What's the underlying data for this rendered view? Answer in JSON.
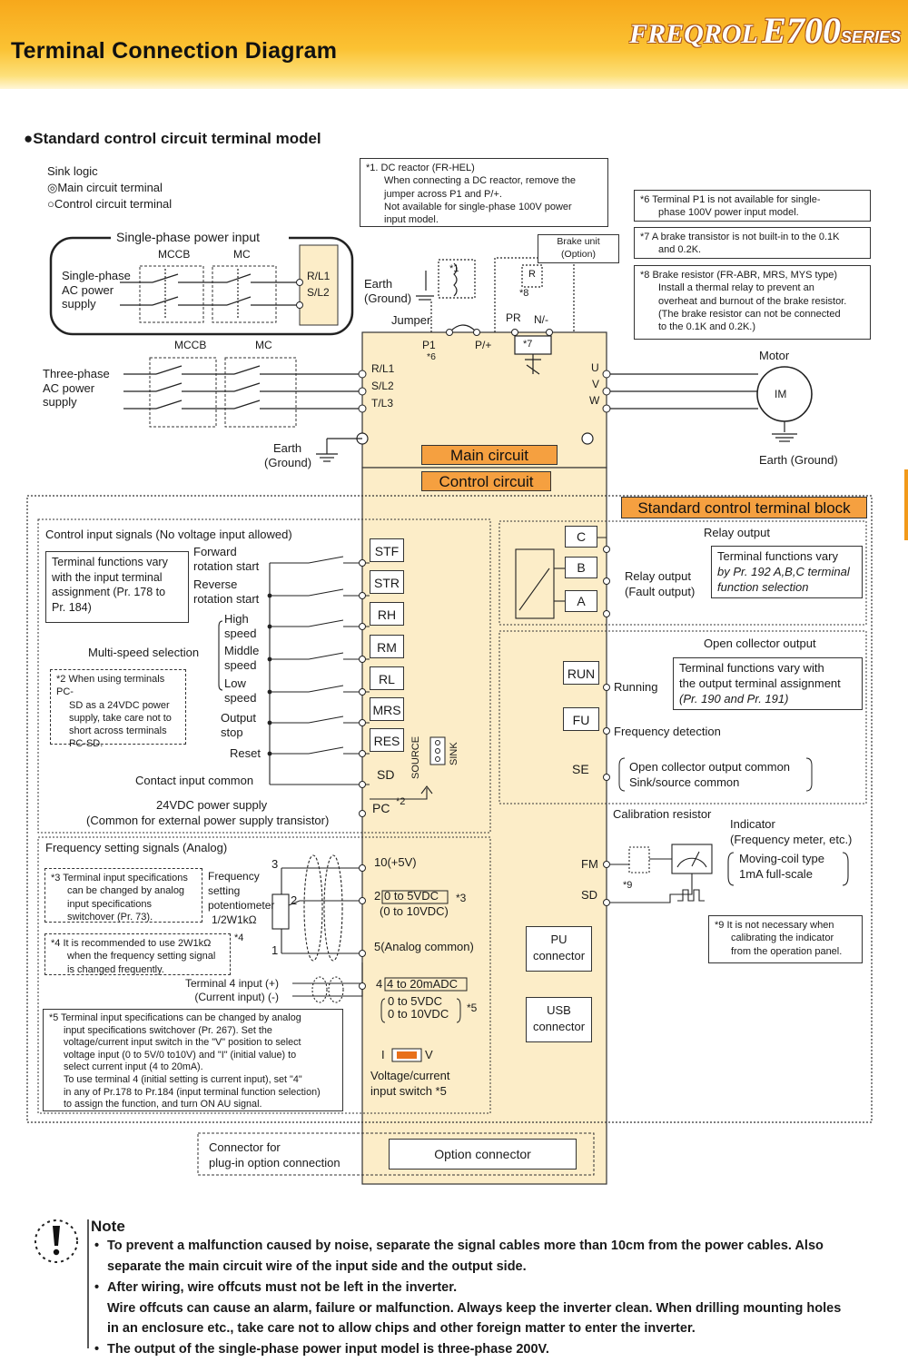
{
  "header": {
    "title": "Terminal Connection Diagram",
    "brand_freqrol": "FREQROL",
    "brand_e700": "E700",
    "brand_series": "SERIES"
  },
  "section_title": "●Standard control circuit terminal model",
  "legend": {
    "sink_logic": "Sink logic",
    "main_circuit_terminal": "Main circuit terminal",
    "control_circuit_terminal": "Control circuit terminal"
  },
  "power": {
    "single_phase_title": "Single-phase power input",
    "mccb": "MCCB",
    "mc": "MC",
    "single_phase_supply": [
      "Single-phase",
      "AC power",
      "supply"
    ],
    "three_phase_supply": [
      "Three-phase",
      "AC power",
      "supply"
    ],
    "rl1": "R/L1",
    "sl2": "S/L2",
    "tl3": "T/L3",
    "earth": "Earth",
    "ground": "(Ground)",
    "jumper": "Jumper",
    "p1": "P1",
    "p1_note": "*6",
    "pplus": "P/+",
    "pr": "PR",
    "nminus": "N/-",
    "star1": "*1",
    "star7": "*7",
    "star8": "*8",
    "r_label": "R",
    "brake_unit": [
      "Brake unit",
      "(Option)"
    ],
    "u": "U",
    "v": "V",
    "w": "W",
    "motor": "Motor",
    "im": "IM",
    "motor_earth": "Earth (Ground)",
    "main_circuit": "Main circuit",
    "control_circuit": "Control circuit"
  },
  "top_notes": {
    "n1": [
      "*1.  DC reactor (FR-HEL)",
      "When connecting a DC reactor, remove the",
      "jumper across P1 and P/+.",
      "Not available for single-phase 100V power",
      "input model."
    ],
    "n6": [
      "*6  Terminal P1 is not available for single-",
      "phase 100V power input model."
    ],
    "n7": [
      "*7  A brake transistor is not built-in to the 0.1K",
      "and 0.2K."
    ],
    "n8": [
      "*8  Brake resistor (FR-ABR, MRS, MYS type)",
      "Install a thermal relay to prevent an",
      "overheat and burnout of the brake resistor.",
      "(The brake resistor can not be connected",
      "to the 0.1K and 0.2K.)"
    ]
  },
  "control_input": {
    "title": "Control input signals (No voltage input allowed)",
    "func_note": [
      "Terminal functions vary",
      "with the input terminal",
      "assignment (Pr. 178 to",
      "Pr. 184)"
    ],
    "forward": [
      "Forward",
      "rotation start"
    ],
    "reverse": [
      "Reverse",
      "rotation start"
    ],
    "high": [
      "High",
      "speed"
    ],
    "middle": [
      "Middle",
      "speed"
    ],
    "low": [
      "Low",
      "speed"
    ],
    "multi_speed": "Multi-speed selection",
    "output_stop": [
      "Output",
      "stop"
    ],
    "reset": "Reset",
    "contact_common": "Contact input common",
    "note2": [
      "*2 When using terminals PC-",
      "SD as a 24VDC power",
      "supply, take care not to",
      "short across terminals",
      "PC-SD."
    ],
    "pc_power": [
      "24VDC power supply",
      "(Common for external power supply transistor)"
    ],
    "source": "SOURCE",
    "sink": "SINK",
    "terminals": [
      "STF",
      "STR",
      "RH",
      "RM",
      "RL",
      "MRS",
      "RES"
    ],
    "sd": "SD",
    "pc": "PC",
    "pc_note": "*2"
  },
  "freq": {
    "title": "Frequency setting signals (Analog)",
    "note3": [
      "*3 Terminal input specifications",
      "can be changed by analog",
      "input specifications",
      "switchover (Pr. 73)."
    ],
    "pot": [
      "Frequency",
      "setting",
      "potentiometer",
      "1/2W1kΩ"
    ],
    "star4": "*4",
    "note4": [
      "*4  It is recommended to use 2W1kΩ",
      "when the frequency setting signal",
      "is changed frequently."
    ],
    "pin3": "3",
    "pin2": "2",
    "pin1": "1",
    "t10": "10(+5V)",
    "t2": "2",
    "t2_range1": "0 to 5VDC",
    "t2_range2": "(0 to 10VDC)",
    "star3": "*3",
    "t5": "5(Analog common)",
    "t4": "4",
    "t4_range1": "4 to 20mADC",
    "t4_range2": "0 to 5VDC",
    "t4_range3": "0 to 10VDC",
    "star5": "*5",
    "terminal4_input": [
      "Terminal 4 input (+)",
      "(Current input)   (-)"
    ],
    "note5": [
      "*5 Terminal input specifications can be changed by analog",
      "input specifications switchover (Pr. 267). Set the",
      "voltage/current input switch in the \"V\" position to select",
      "voltage input (0 to 5V/0 to10V) and \"I\" (initial value) to",
      "select current input (4 to 20mA).",
      "To use terminal 4 (initial setting is current input), set \"4\"",
      "in any of Pr.178 to Pr.184 (input terminal function selection)",
      "to assign the function, and turn ON AU signal."
    ],
    "switch_i": "I",
    "switch_v": "V",
    "switch_label": [
      "Voltage/current",
      "input switch   *5"
    ]
  },
  "option": {
    "connector_label": [
      "Connector for",
      "plug-in option connection"
    ],
    "option_connector": "Option connector"
  },
  "right": {
    "std_block": "Standard control terminal block",
    "relay_output": "Relay output",
    "relay_terms": [
      "C",
      "B",
      "A"
    ],
    "relay_fault": [
      "Relay output",
      "(Fault output)"
    ],
    "relay_note": [
      "Terminal functions vary",
      "by Pr. 192 A,B,C terminal",
      "function selection"
    ],
    "open_collector": "Open collector output",
    "oc_note": [
      "Terminal functions vary with",
      "the output terminal assignment",
      "(Pr. 190 and Pr. 191)"
    ],
    "run": "RUN",
    "running": "Running",
    "fu": "FU",
    "freq_detection": "Frequency detection",
    "se": "SE",
    "oc_common": [
      "Open collector output common",
      "Sink/source common"
    ],
    "calib": "Calibration resistor",
    "indicator": [
      "Indicator",
      "(Frequency meter, etc.)"
    ],
    "moving_coil": [
      "Moving-coil type",
      "1mA full-scale"
    ],
    "fm": "FM",
    "sd": "SD",
    "star9": "*9",
    "note9": [
      "*9  It is not necessary when",
      "calibrating the indicator",
      "from the operation panel."
    ],
    "pu": [
      "PU",
      "connector"
    ],
    "usb": [
      "USB",
      "connector"
    ]
  },
  "note": {
    "title": "Note",
    "items": [
      "To prevent a malfunction caused by noise, separate the signal cables more than 10cm from the power cables. Also",
      "separate the main circuit wire of the input side and the output side.",
      "After wiring, wire offcuts must not be left in the inverter.",
      "Wire offcuts can cause an alarm, failure or malfunction. Always keep the inverter clean. When drilling mounting holes",
      "in an enclosure etc., take care not to allow chips and other foreign matter to enter the inverter.",
      "The output of the single-phase power input model is three-phase 200V."
    ]
  },
  "colors": {
    "panel": "#fcedc8",
    "orange": "#f5a040",
    "header_orange": "#f7a81b"
  }
}
